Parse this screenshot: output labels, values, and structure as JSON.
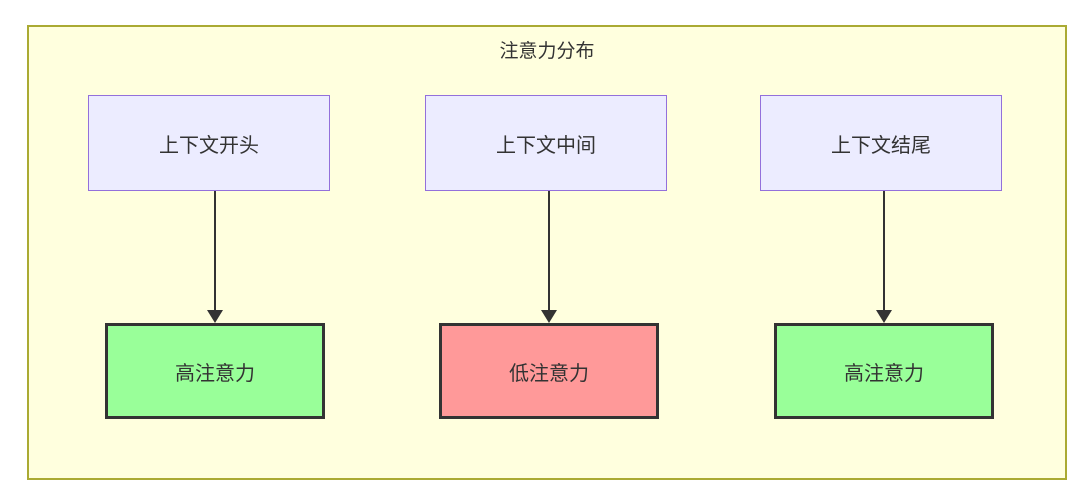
{
  "diagram": {
    "type": "flowchart",
    "title": "注意力分布",
    "columns": [
      {
        "source": "上下文开头",
        "result": "高注意力",
        "level": "high"
      },
      {
        "source": "上下文中间",
        "result": "低注意力",
        "level": "low"
      },
      {
        "source": "上下文结尾",
        "result": "高注意力",
        "level": "high"
      }
    ],
    "colors": {
      "canvas": "#ffffff",
      "container_fill": "#ffffde",
      "container_border": "#aaaa33",
      "source_fill": "#ececff",
      "source_border": "#9370db",
      "high_fill": "#99ff99",
      "low_fill": "#ff9999",
      "result_border": "#333333",
      "text": "#333333",
      "arrow": "#333333"
    }
  }
}
